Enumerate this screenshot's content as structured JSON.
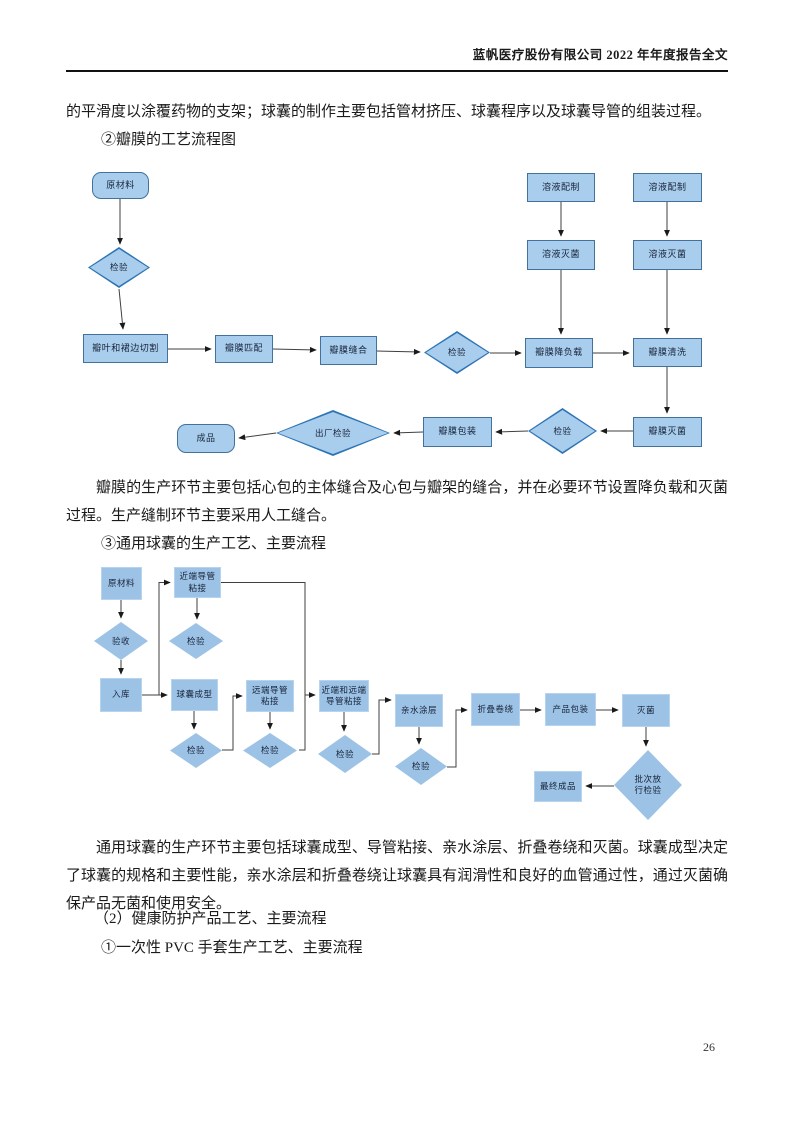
{
  "header": {
    "title": "蓝帆医疗股份有限公司 2022 年年度报告全文"
  },
  "paragraphs": {
    "intro": "的平滑度以涂覆药物的支架；球囊的制作主要包括管材挤压、球囊程序以及球囊导管的组装过程。",
    "heading_valve": "②瓣膜的工艺流程图",
    "valve_desc": "瓣膜的生产环节主要包括心包的主体缝合及心包与瓣架的缝合，并在必要环节设置降负载和灭菌过程。生产缝制环节主要采用人工缝合。",
    "heading_balloon": "③通用球囊的生产工艺、主要流程",
    "balloon_desc": "通用球囊的生产环节主要包括球囊成型、导管粘接、亲水涂层、折叠卷绕和灭菌。球囊成型决定了球囊的规格和主要性能，亲水涂层和折叠卷绕让球囊具有润滑性和良好的血管通过性，通过灭菌确保产品无菌和使用安全。",
    "heading_health": "（2）健康防护产品工艺、主要流程",
    "heading_pvc": "①一次性 PVC 手套生产工艺、主要流程"
  },
  "page_number": "26",
  "colors": {
    "fc1_fill": "#a9cdec",
    "fc1_border": "#41719c",
    "diamond_border": "#2e74b5",
    "fc2_fill": "#9cc2e5",
    "fc2_edge": "#b7d4ee",
    "line": "#3f3f3f",
    "text": "#1a1a1a"
  },
  "flowchart1": {
    "nodes": {
      "raw_material": "原材料",
      "inspect1": "检验",
      "leaflet_skirt_cutting": "瓣叶和裙边切割",
      "valve_matching": "瓣膜匹配",
      "valve_suturing": "瓣膜缝合",
      "inspect2": "检验",
      "solution_prep_1": "溶液配制",
      "solution_steril_1": "溶液灭菌",
      "solution_prep_2": "溶液配制",
      "solution_steril_2": "溶液灭菌",
      "valve_deload": "瓣膜降负载",
      "valve_cleaning": "瓣膜清洗",
      "valve_sterilization": "瓣膜灭菌",
      "inspect3": "检验",
      "valve_packaging": "瓣膜包装",
      "factory_inspection": "出厂检验",
      "finished_product": "成品"
    }
  },
  "flowchart2": {
    "nodes": {
      "raw_material": "原材料",
      "acceptance": "验收",
      "warehousing": "入库",
      "proximal_bonding": "近端导管\n粘接",
      "inspect_a": "检验",
      "balloon_forming": "球囊成型",
      "inspect_b": "检验",
      "distal_bonding": "远端导管\n粘接",
      "inspect_c": "检验",
      "prox_distal_bonding": "近端和远端\n导管粘接",
      "inspect_d": "检验",
      "hydrophilic_coating": "亲水涂层",
      "inspect_e": "检验",
      "fold_winding": "折叠卷绕",
      "product_packaging": "产品包装",
      "sterilization": "灭菌",
      "batch_release_inspection": "批次放\n行检验",
      "final_product": "最终成品"
    }
  }
}
